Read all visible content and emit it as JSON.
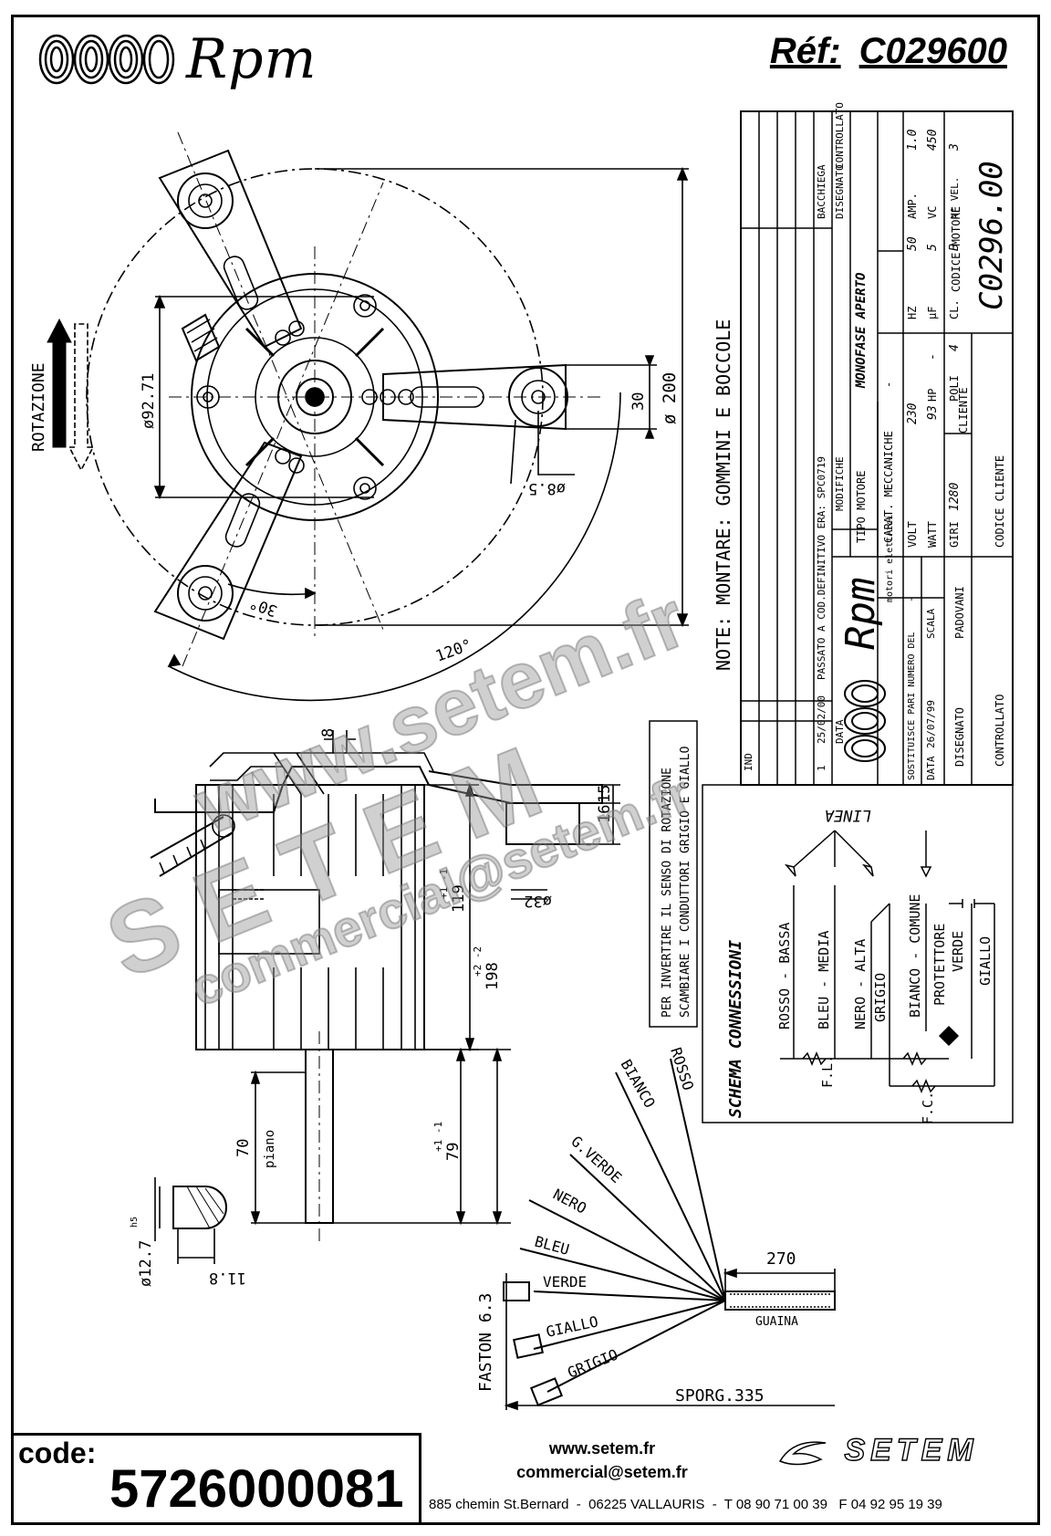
{
  "header": {
    "brand": "Rpm",
    "ref_label": "Réf:",
    "ref_value": "C029600"
  },
  "drawing": {
    "rotation_label": "ROTAZIONE",
    "dims": {
      "d9271": "ø92.71",
      "d200": "ø 200",
      "d30": "30",
      "d85": "ø8.5",
      "a30": "30°",
      "a120": "120°",
      "d8": "8",
      "d1516": "15",
      "d1516b": "16",
      "d119": "119",
      "d119tol": "+1 -1",
      "d198": "198",
      "d198tol": "+2 -2",
      "d32": "ø32",
      "d79": "79",
      "d79tol": "+1 -1",
      "d70": "70",
      "piano": "piano",
      "d127": "ø12.7",
      "h5": "h5",
      "d118": "11.8",
      "d270": "270",
      "guaina": "GUAINA",
      "faston": "FASTON 6.3",
      "sporg": "SPORG.335"
    },
    "note": "NOTE: MONTARE: GOMMINI E BOCCOLE",
    "reverse_note_1": "PER INVERTIRE IL SENSO DI ROTAZIONE",
    "reverse_note_2": "SCAMBIARE I CONDUTTORI GRIGIO E GIALLO",
    "wires": [
      "ROSSO",
      "BIANCO",
      "G.VERDE",
      "NERO",
      "BLEU",
      "VERDE",
      "GIALLO",
      "GRIGIO"
    ]
  },
  "schema": {
    "title": "SCHEMA CONNESSIONI",
    "linea": "LINEA",
    "labels": [
      "ROSSO - BASSA",
      "BLEU - MEDIA",
      "NERO - ALTA",
      "GRIGIO",
      "BIANCO - COMUNE",
      "PROTETTORE",
      "VERDE",
      "GIALLO"
    ],
    "fl": "F.L.",
    "fc": "F.C."
  },
  "title_block": {
    "rev_rows": [
      {
        "ind": "-",
        "data": "-",
        "mod": "-"
      },
      {
        "ind": "-",
        "data": "-",
        "mod": "-"
      },
      {
        "ind": "-",
        "data": "-",
        "mod": "-"
      },
      {
        "ind": "-",
        "data": "-",
        "mod": "-"
      },
      {
        "ind": "1",
        "data": "25/02/00",
        "mod": "PASSATO A COD.DEFINITIVO ERA: SPC0719"
      }
    ],
    "col_ind": "IND",
    "col_data": "DATA",
    "col_mod": "MODIFICHE",
    "col_disegnato": "DISEGNATO",
    "col_controllato": "CONTROLLATO",
    "bacchiega": "BACCHIEGA",
    "tipo_motore_label": "TIPO MOTORE",
    "tipo_motore": "MONOFASE APERTO",
    "carat_label": "CARAT. MECCANICHE",
    "carat_value": "-",
    "volt_label": "VOLT",
    "volt": "230",
    "hz_label": "HZ",
    "hz": "50",
    "amp_label": "AMP.",
    "amp": "1.0",
    "watt_label": "WATT",
    "watt": "93",
    "hp_label": "HP",
    "hp": "-",
    "uf_label": "µF",
    "uf": "5",
    "vc_label": "VC",
    "vc": "450",
    "giri_label": "GIRI",
    "giri": "1280",
    "poli_label": "POLI",
    "poli": "4",
    "cl_label": "CL.",
    "cl": "B",
    "nvel_label": "N° VEL.",
    "nvel": "3",
    "cliente_label": "CLIENTE",
    "codice_motore_label": "CODICE MOTORE",
    "codice_motore": "C0296.00",
    "codice_cliente_label": "CODICE CLIENTE",
    "rpm_brand": "Rpm",
    "rpm_sub": "motori elettrici",
    "sostituisce": "SOSTITUISCE PARI NUMERO DEL",
    "sostituisce_val": "-",
    "data_label": "DATA",
    "data_val": "26/07/99",
    "scala_label": "SCALA",
    "disegnato_label": "DISEGNATO",
    "disegnato_val": "PADOVANI",
    "controllato_label": "CONTROLLATO"
  },
  "watermarks": {
    "site": "www.setem.fr",
    "brand": "SETEM",
    "email": "commercial@setem.fr"
  },
  "footer": {
    "code_label": "code:",
    "code_value": "5726000081",
    "website": "www.setem.fr",
    "email": "commercial@setem.fr",
    "address": "885 chemin St.Bernard  -  06225 VALLAURIS  -  T 08 90 71 00 39   F 04 92 95 19 39",
    "logo": "SETEM"
  }
}
